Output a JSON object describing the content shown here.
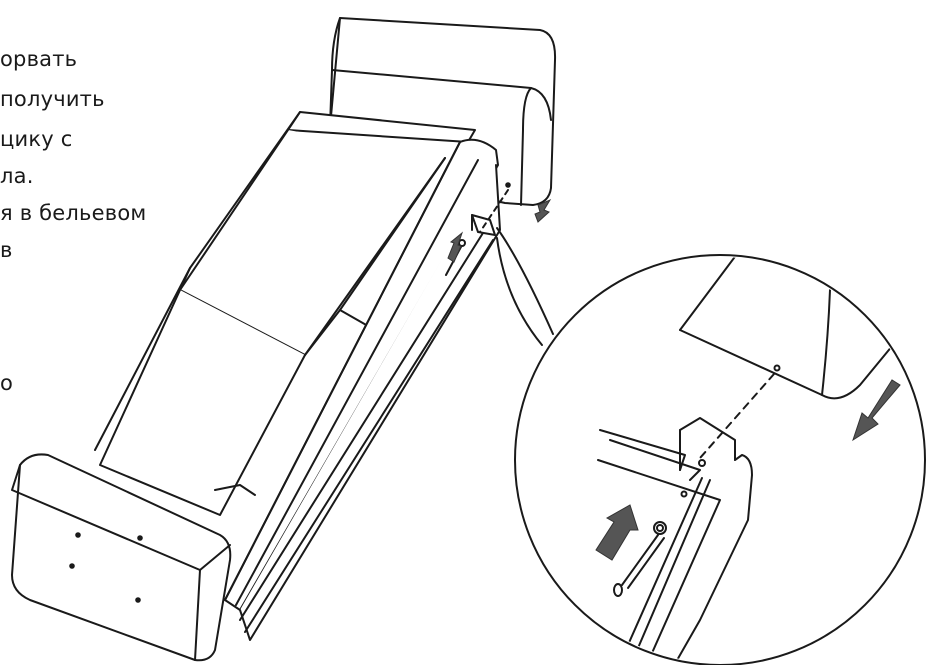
{
  "instruction_text": {
    "lines": [
      "орвать",
      "получить",
      "цику с",
      "ла.",
      "я в бельевом",
      "в",
      "",
      "",
      "о"
    ]
  },
  "diagram": {
    "arrow_color": "#555555",
    "line_color": "#1a1a1a",
    "icons": [
      "arrow-down-left-icon",
      "arrow-up-right-icon"
    ]
  }
}
